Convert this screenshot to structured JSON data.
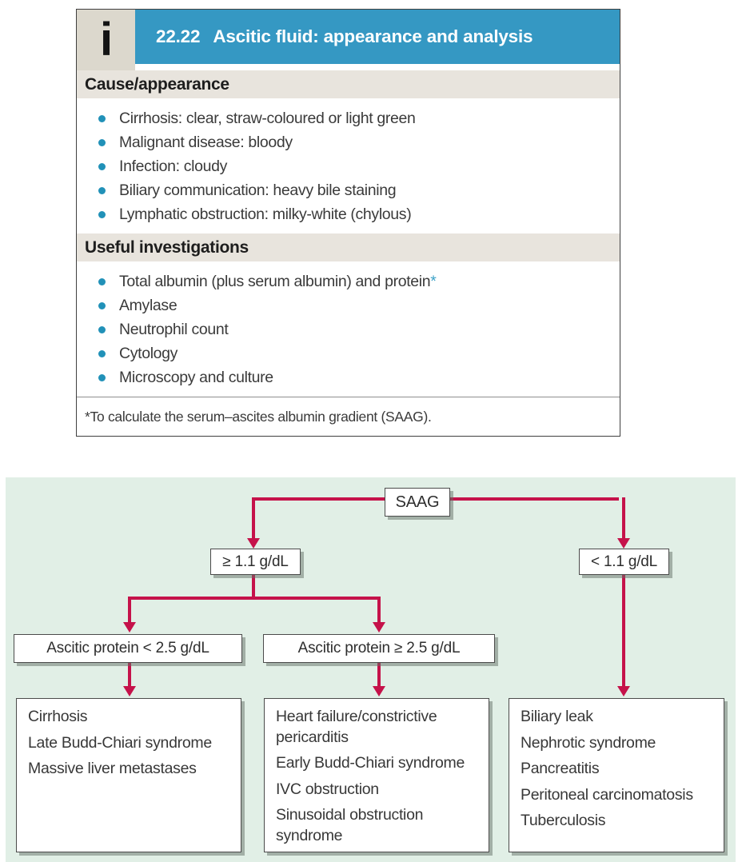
{
  "info_box": {
    "icon_glyph": "i",
    "code": "22.22",
    "title": "Ascitic fluid: appearance and analysis",
    "sections": [
      {
        "heading": "Cause/appearance",
        "items": [
          "Cirrhosis: clear, straw-coloured or light green",
          "Malignant disease: bloody",
          "Infection: cloudy",
          "Biliary communication: heavy bile staining",
          "Lymphatic obstruction: milky-white (chylous)"
        ]
      },
      {
        "heading": "Useful investigations",
        "items": [
          "Total albumin (plus serum albumin) and protein",
          "Amylase",
          "Neutrophil count",
          "Cytology",
          "Microscopy and culture"
        ],
        "footnote_marker": "*"
      }
    ],
    "footnote": "*To calculate the serum–ascites albumin gradient (SAAG)."
  },
  "flowchart": {
    "root": {
      "label": "SAAG"
    },
    "level1": [
      {
        "label": "≥ 1.1 g/dL"
      },
      {
        "label": "< 1.1 g/dL"
      }
    ],
    "level2": [
      {
        "label": "Ascitic protein < 2.5 g/dL"
      },
      {
        "label": "Ascitic protein ≥ 2.5 g/dL"
      }
    ],
    "outcomes": [
      {
        "items": [
          "Cirrhosis",
          "Late Budd-Chiari syndrome",
          "Massive liver metastases"
        ]
      },
      {
        "items": [
          "Heart failure/constrictive pericarditis",
          "Early Budd-Chiari syndrome",
          "IVC obstruction",
          "Sinusoidal obstruction syndrome"
        ]
      },
      {
        "items": [
          "Biliary leak",
          "Nephrotic syndrome",
          "Pancreatitis",
          "Peritoneal carcinomatosis",
          "Tuberculosis"
        ]
      }
    ]
  },
  "colors": {
    "header_teal": "#3598c3",
    "bullet_teal": "#2191b8",
    "arrow_red": "#c5124a",
    "panel_green": "#e1efe6",
    "band_grey": "#e8e4dd",
    "tile_grey": "#dcd8cd"
  }
}
